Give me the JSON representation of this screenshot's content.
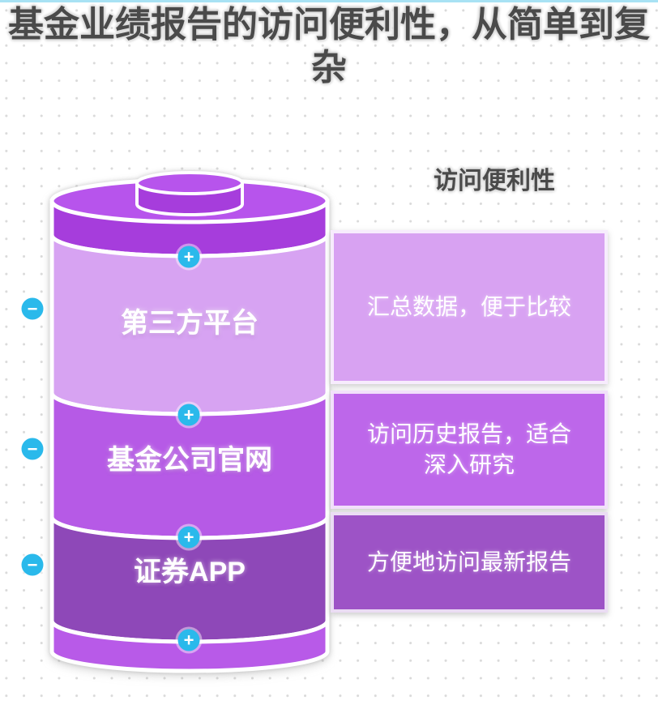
{
  "page": {
    "title": "基金业绩报告的访问便利性，从简单到复杂",
    "background_color": "#ffffff",
    "dot_pattern_color": "#dadada",
    "top_accent_color": "#a8e2f4",
    "heading_text_color": "#4a4a4a"
  },
  "battery": {
    "outline_color": "#ffffff",
    "accent_cyan": "#2ab9eb",
    "cap_color": "#b754ec",
    "cap_band_color": "#a63ddc",
    "base_color": "#b85ae8",
    "segments": [
      {
        "label": "第三方平台",
        "color": "#d7a3f2"
      },
      {
        "label": "基金公司官网",
        "color": "#b65ae6"
      },
      {
        "label": "证券APP",
        "color": "#8e48b8"
      }
    ]
  },
  "right_panel": {
    "header": "访问便利性",
    "boxes": [
      {
        "text": "汇总数据，便于比较",
        "color": "#d8a2f2"
      },
      {
        "text": "访问历史报告，适合深入研究",
        "color": "#bd67ea"
      },
      {
        "text": "方便地访问最新报告",
        "color": "#9d53c6"
      }
    ]
  },
  "icons": {
    "plus_glyph": "+",
    "minus_glyph": "−"
  }
}
